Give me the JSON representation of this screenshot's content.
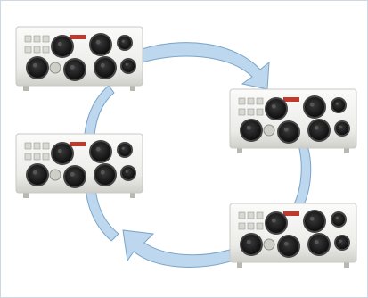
{
  "diagram": {
    "units": [
      {
        "id": "unit-top-left"
      },
      {
        "id": "unit-right-upper"
      },
      {
        "id": "unit-left-middle"
      },
      {
        "id": "unit-right-lower"
      }
    ],
    "arrows": [
      {
        "from": "unit-top-left",
        "to": "unit-right-upper"
      },
      {
        "from": "unit-right-upper",
        "to": "unit-right-lower"
      },
      {
        "from": "unit-right-lower",
        "to": "unit-left-middle"
      },
      {
        "from": "unit-left-middle",
        "to": "unit-top-left"
      }
    ],
    "colors": {
      "arrow_fill": "#bcd7ee",
      "arrow_stroke": "#7aa4c8",
      "unit_body": "#f2f2f0",
      "unit_shadow": "#c9c9c4",
      "port_dark": "#1d1d1d",
      "port_ring": "#444444",
      "label_red": "#c0392b",
      "frame_border": "#cfd8e0"
    }
  }
}
